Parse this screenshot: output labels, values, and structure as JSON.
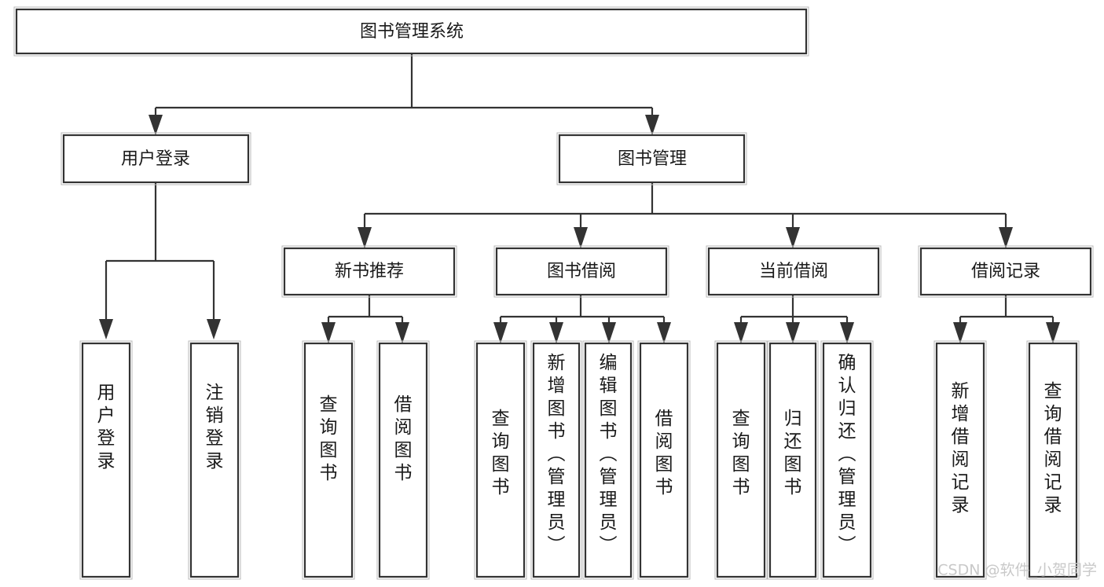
{
  "diagram": {
    "title": "图书管理系统",
    "type": "tree-hierarchy-chart",
    "orientation": "top-down",
    "colors": {
      "box_stroke": "#333333",
      "box_fill": "#ffffff",
      "connector": "#333333",
      "text": "#1a1a1a",
      "watermark": "#c9c9c9",
      "background": "#ffffff"
    },
    "root": {
      "id": "root",
      "label": "图书管理系统",
      "orientation": "horizontal"
    },
    "level2": [
      {
        "id": "user-login",
        "label": "用户登录",
        "orientation": "horizontal"
      },
      {
        "id": "book-management",
        "label": "图书管理",
        "orientation": "horizontal"
      }
    ],
    "level3": [
      {
        "id": "new-book-recommend",
        "label": "新书推荐",
        "orientation": "horizontal",
        "parent": "book-management"
      },
      {
        "id": "book-borrow",
        "label": "图书借阅",
        "orientation": "horizontal",
        "parent": "book-management"
      },
      {
        "id": "current-borrow",
        "label": "当前借阅",
        "orientation": "horizontal",
        "parent": "book-management"
      },
      {
        "id": "borrow-record",
        "label": "借阅记录",
        "orientation": "horizontal",
        "parent": "book-management"
      }
    ],
    "leaves": [
      {
        "id": "leaf-user-login",
        "label": "用户登录",
        "orientation": "vertical",
        "parent": "user-login"
      },
      {
        "id": "leaf-user-logout",
        "label": "注销登录",
        "orientation": "vertical",
        "parent": "user-login"
      },
      {
        "id": "leaf-query-book-1",
        "label": "查询图书",
        "orientation": "vertical",
        "parent": "new-book-recommend"
      },
      {
        "id": "leaf-borrow-book-1",
        "label": "借阅图书",
        "orientation": "vertical",
        "parent": "new-book-recommend"
      },
      {
        "id": "leaf-query-book-2",
        "label": "查询图书",
        "orientation": "vertical",
        "parent": "book-borrow"
      },
      {
        "id": "leaf-add-book",
        "label": "新增图书（管理员）",
        "orientation": "vertical",
        "parent": "book-borrow"
      },
      {
        "id": "leaf-edit-book",
        "label": "编辑图书（管理员）",
        "orientation": "vertical",
        "parent": "book-borrow"
      },
      {
        "id": "leaf-borrow-book-2",
        "label": "借阅图书",
        "orientation": "vertical",
        "parent": "book-borrow"
      },
      {
        "id": "leaf-query-book-3",
        "label": "查询图书",
        "orientation": "vertical",
        "parent": "current-borrow"
      },
      {
        "id": "leaf-return-book",
        "label": "归还图书",
        "orientation": "vertical",
        "parent": "current-borrow"
      },
      {
        "id": "leaf-confirm-return",
        "label": "确认归还（管理员）",
        "orientation": "vertical",
        "parent": "current-borrow"
      },
      {
        "id": "leaf-add-record",
        "label": "新增借阅记录",
        "orientation": "vertical",
        "parent": "borrow-record"
      },
      {
        "id": "leaf-query-record",
        "label": "查询借阅记录",
        "orientation": "vertical",
        "parent": "borrow-record"
      }
    ]
  },
  "watermark": {
    "text": "CSDN @软件_小贺同学"
  }
}
